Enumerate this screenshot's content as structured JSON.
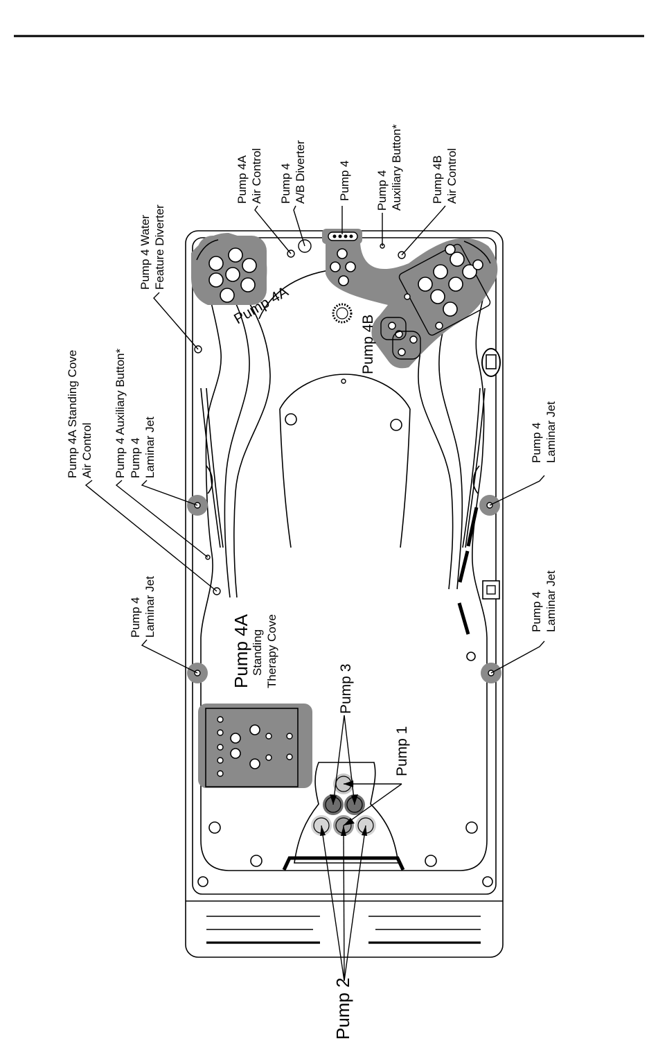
{
  "labels": {
    "pump4a_cove_air": [
      "Pump 4A Standing Cove",
      "Air Control"
    ],
    "pump4_aux_button_left": "Pump 4 Auxiliary Button*",
    "pump4_laminar_top_left": [
      "Pump 4",
      "Laminar Jet"
    ],
    "pump4_laminar_top_right": [
      "Pump 4",
      "Laminar Jet"
    ],
    "pump4_laminar_bottom_left": [
      "Pump 4",
      "Laminar Jet"
    ],
    "pump4_laminar_bottom_right": [
      "Pump 4",
      "Laminar Jet"
    ],
    "pump4_water_feature": [
      "Pump 4 Water",
      "Feature Diverter"
    ],
    "pump4a_air_control": [
      "Pump 4A",
      "Air Control"
    ],
    "pump4_ab_diverter": [
      "Pump 4",
      "A/B Diverter"
    ],
    "pump4_top": "Pump 4",
    "pump4_aux_button_right": [
      "Pump 4",
      "Auxiliary Button*"
    ],
    "pump4b_air_control": [
      "Pump 4B",
      "Air Control"
    ],
    "pump4a_zone": "Pump 4A",
    "pump4b_zone": "Pump 4B",
    "pump4a_cove": [
      "Pump 4A",
      "Standing",
      "Therapy Cove"
    ],
    "pump3": "Pump 3",
    "pump1": "Pump 1",
    "pump2": "Pump 2"
  },
  "colors": {
    "zone_dark": "#8a8a8a",
    "jet_pump3": "#6e6e6e",
    "jet_pump1": "#a0a0a0",
    "jet_pump2": "#c8c8c8",
    "line": "#000000"
  }
}
